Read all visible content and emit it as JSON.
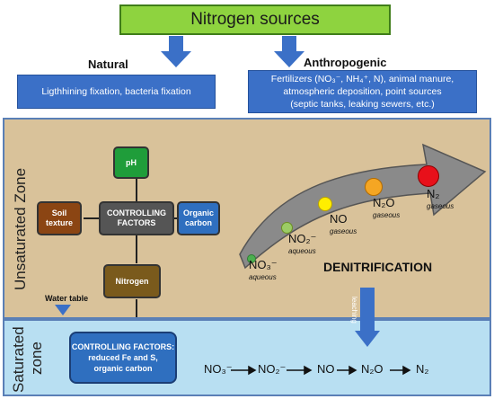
{
  "title": "Nitrogen sources",
  "natural": {
    "label": "Natural",
    "text": "Ligthhining fixation, bacteria fixation"
  },
  "anthropogenic": {
    "label": "Anthropogenic",
    "line1": "Fertilizers (NO₃⁻, NH₄⁺, N), animal manure,",
    "line2": "atmospheric deposition, point sources",
    "line3": "(septic tanks, leaking sewers, etc.)"
  },
  "zones": {
    "unsaturated": "Unsaturated Zone",
    "saturated_1": "Saturated",
    "saturated_2": "zone",
    "water_table": "Water table"
  },
  "factors": {
    "ph": "pH",
    "center_1": "CONTROLLING",
    "center_2": "FACTORS",
    "soil_1": "Soil",
    "soil_2": "texture",
    "organic_1": "Organic",
    "organic_2": "carbon",
    "nitrogen": "Nitrogen"
  },
  "saturated_factors": {
    "line1": "CONTROLLING FACTORS:",
    "line2": "reduced Fe and S,",
    "line3": "organic carbon"
  },
  "denitrification": {
    "label": "DENITRIFICATION",
    "leaching": "leaching",
    "species": [
      {
        "name": "NO₃⁻",
        "state": "aqueous",
        "color": "#4caf50"
      },
      {
        "name": "NO₂⁻",
        "state": "aqueous",
        "color": "#9ccc65"
      },
      {
        "name": "NO",
        "state": "gaseous",
        "color": "#ffee00"
      },
      {
        "name": "N₂O",
        "state": "gaseous",
        "color": "#f5a623"
      },
      {
        "name": "N₂",
        "state": "gaseous",
        "color": "#e8101a"
      }
    ]
  },
  "equation": {
    "s1": "NO₃⁻",
    "s2": "NO₂⁻",
    "s3": "NO",
    "s4": "N₂O",
    "s5": "N₂"
  },
  "colors": {
    "title_green": "#8ed33f",
    "blue": "#3b70c7",
    "soil": "#d9c29a",
    "water": "#b8dff2",
    "ph_box": "#1f9d3a",
    "center_box": "#555555",
    "soil_box": "#8b4513",
    "organic_box": "#2f6fbf",
    "nitrogen_box": "#7a5a1c",
    "arrow": "#8a8a8a"
  }
}
